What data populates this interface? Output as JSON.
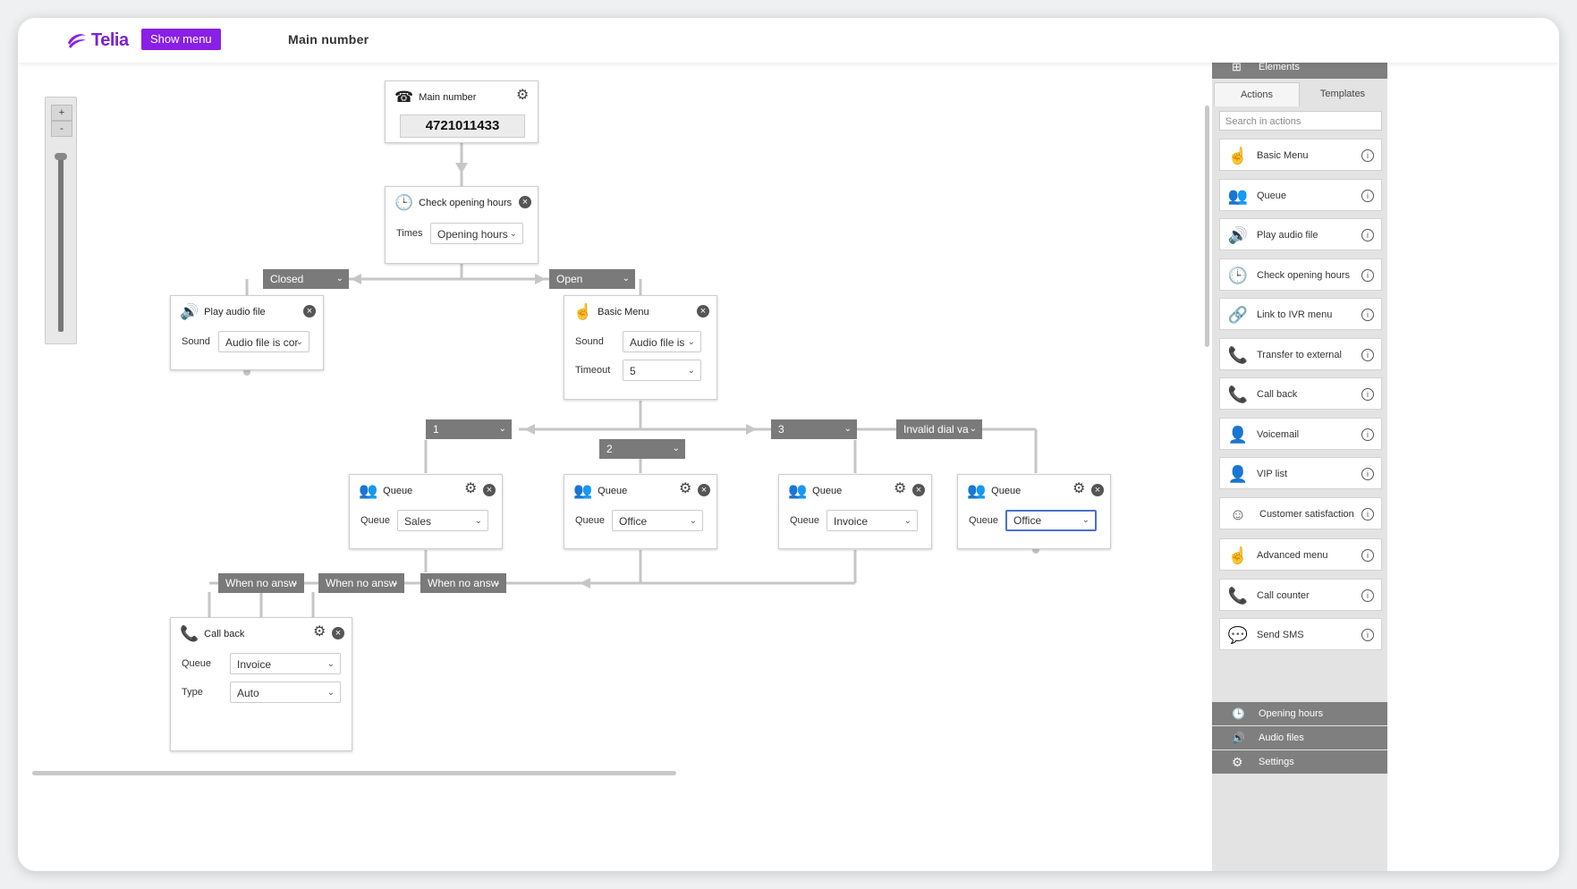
{
  "header": {
    "logo_text": "Telia",
    "show_menu_label": "Show menu",
    "page_title": "Main number"
  },
  "zoom": {
    "plus": "+",
    "minus": "-"
  },
  "nodes": {
    "main_number": {
      "title": "Main number",
      "value": "4721011433"
    },
    "check_hours": {
      "title": "Check opening hours",
      "field_label": "Times",
      "field_value": "Opening hours"
    },
    "play_audio": {
      "title": "Play audio file",
      "field_label": "Sound",
      "field_value": "Audio file is cor"
    },
    "basic_menu": {
      "title": "Basic Menu",
      "sound_label": "Sound",
      "sound_value": "Audio file is",
      "timeout_label": "Timeout",
      "timeout_value": "5"
    },
    "queue1": {
      "title": "Queue",
      "field_label": "Queue",
      "field_value": "Sales"
    },
    "queue2": {
      "title": "Queue",
      "field_label": "Queue",
      "field_value": "Office"
    },
    "queue3": {
      "title": "Queue",
      "field_label": "Queue",
      "field_value": "Invoice"
    },
    "queue4": {
      "title": "Queue",
      "field_label": "Queue",
      "field_value": "Office"
    },
    "callback": {
      "title": "Call back",
      "queue_label": "Queue",
      "queue_value": "Invoice",
      "type_label": "Type",
      "type_value": "Auto"
    }
  },
  "branches": {
    "closed": "Closed",
    "open": "Open",
    "b1": "1",
    "b2": "2",
    "b3": "3",
    "invalid": "Invalid dial va",
    "nra1": "When no answ",
    "nra2": "When no answ",
    "nra3": "When no answ"
  },
  "sidebar": {
    "header": "Elements",
    "tabs": [
      "Actions",
      "Templates"
    ],
    "search_placeholder": "Search in actions",
    "actions": [
      {
        "label": "Basic Menu",
        "icon": "keypad-icon"
      },
      {
        "label": "Queue",
        "icon": "people-icon"
      },
      {
        "label": "Play audio file",
        "icon": "speaker-icon"
      },
      {
        "label": "Check opening hours",
        "icon": "clock-icon"
      },
      {
        "label": "Link to IVR menu",
        "icon": "link-icon"
      },
      {
        "label": "Transfer to external",
        "icon": "phone-transfer-icon"
      },
      {
        "label": "Call back",
        "icon": "phone-callback-icon"
      },
      {
        "label": "Voicemail",
        "icon": "person-icon"
      },
      {
        "label": "VIP list",
        "icon": "person-icon"
      },
      {
        "label": "Customer satisfaction",
        "icon": "smiley-icon"
      },
      {
        "label": "Advanced menu",
        "icon": "keypad-icon"
      },
      {
        "label": "Call counter",
        "icon": "phone-icon"
      },
      {
        "label": "Send SMS",
        "icon": "chat-icon"
      }
    ],
    "bottom": [
      "Opening hours",
      "Audio files",
      "Settings"
    ]
  },
  "colors": {
    "brand": "#8a1fe6",
    "branch": "#7a7a7a",
    "sidebar_bar": "#7f7f7f"
  }
}
